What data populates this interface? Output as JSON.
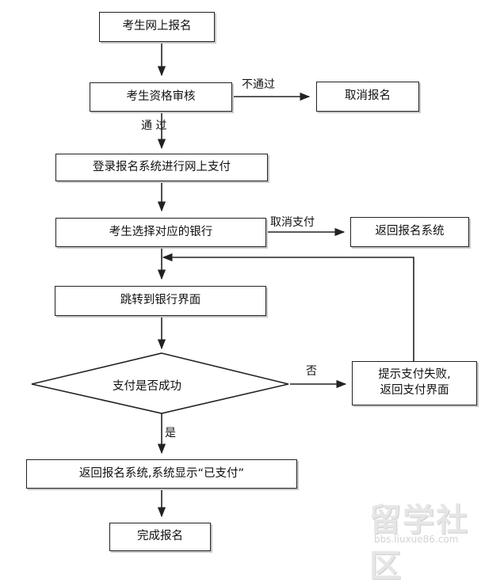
{
  "nodes": {
    "online_registration": "考生网上报名",
    "qualification_review": "考生资格审核",
    "cancel_registration": "取消报名",
    "login_payment": "登录报名系统进行网上支付",
    "select_bank": "考生选择对应的银行",
    "return_system": "返回报名系统",
    "jump_bank": "跳转到银行界面",
    "payment_success": "支付是否成功",
    "payment_failed_line1": "提示支付失败,",
    "payment_failed_line2": "返回支付界面",
    "return_paid": "返回报名系统,系统显示“已支付”",
    "complete_registration": "完成报名"
  },
  "edge_labels": {
    "not_passed": "不通过",
    "passed": "通 过",
    "cancel_payment": "取消支付",
    "no": "否",
    "yes": "是"
  },
  "watermark": {
    "text": "留学社区",
    "url": "bbs.liuxue86.com"
  }
}
